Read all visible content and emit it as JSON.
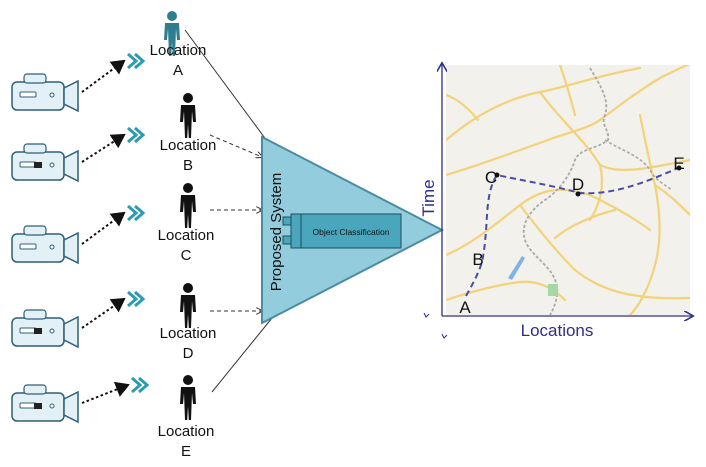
{
  "locations": [
    {
      "label": "Location",
      "letter": "A"
    },
    {
      "label": "Location",
      "letter": "B"
    },
    {
      "label": "Location",
      "letter": "C"
    },
    {
      "label": "Location",
      "letter": "D"
    },
    {
      "label": "Location",
      "letter": "E"
    }
  ],
  "system": {
    "title": "Proposed System",
    "module": "Object Classification"
  },
  "plot": {
    "y_axis_label": "Time",
    "x_axis_label": "Locations",
    "path_points": [
      {
        "label": "A"
      },
      {
        "label": "B"
      },
      {
        "label": "C"
      },
      {
        "label": "D"
      },
      {
        "label": "E"
      }
    ]
  },
  "colors": {
    "camera_body": "#e3f1f7",
    "camera_outline": "#2f5f78",
    "signal_chevron": "#2b9bb0",
    "person_highlight": "#2f7e8f",
    "person": "#111111",
    "triangle_fill": "#93cddd",
    "triangle_stroke": "#4a8ca0",
    "module_fill": "#4aa6bd",
    "axis": "#2e2e8c",
    "path": "#4a4aa6",
    "map_bg": "#f2f1ec",
    "map_road": "#f3d27a"
  }
}
